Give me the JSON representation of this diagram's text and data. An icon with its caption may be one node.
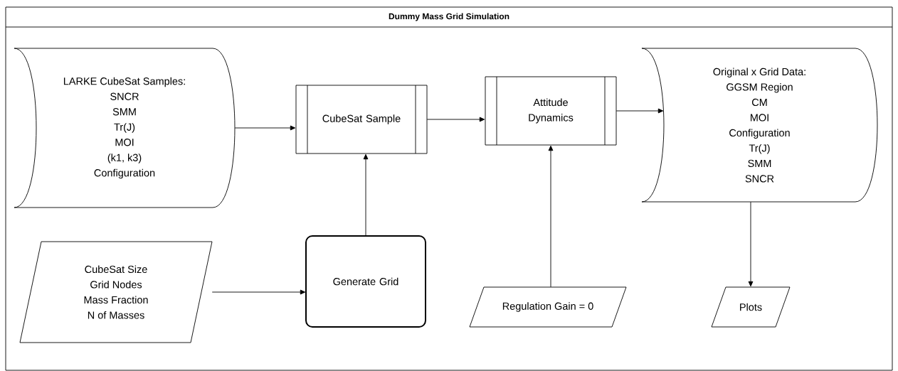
{
  "diagram": {
    "nodes": [
      {
        "text": [
          "Dummy Mass Grid Simulation"
        ]
      },
      {
        "text": [
          "LARKE CubeSat Samples:",
          "SNCR",
          "SMM",
          "Tr(J)",
          "MOI",
          "(k1, k3)",
          "Configuration"
        ],
        "in": 0
      },
      {
        "text": [
          "CubeSat Sample"
        ],
        "in": 0
      },
      {
        "text": [
          "Attitude Dynamics"
        ],
        "in": 0
      },
      {
        "text": [
          "Original x Grid Data:",
          "GGSM Region",
          "CM",
          "MOI",
          "Configuration",
          "Tr(J)",
          "SMM",
          "SNCR"
        ],
        "in": 0
      },
      {
        "text": [
          "CubeSat Size",
          "Grid Nodes",
          "Mass Fraction",
          "N of Masses"
        ],
        "in": 0
      },
      {
        "text": [
          "Generate Grid"
        ],
        "in": 0
      },
      {
        "text": [
          "Regulation Gain = 0"
        ],
        "in": 0
      },
      {
        "text": [
          "Plots"
        ],
        "in": 0
      }
    ],
    "edges": [
      {
        "from": 1,
        "to": 2,
        "arrow": "to"
      },
      {
        "from": 2,
        "to": 3,
        "arrow": "to"
      },
      {
        "from": 3,
        "to": 4,
        "arrow": "to"
      },
      {
        "from": 5,
        "to": 6,
        "arrow": "to"
      },
      {
        "from": 6,
        "to": 2,
        "arrow": "to"
      },
      {
        "from": 7,
        "to": 3,
        "arrow": "to"
      },
      {
        "from": 4,
        "to": 8,
        "arrow": "to"
      }
    ]
  }
}
